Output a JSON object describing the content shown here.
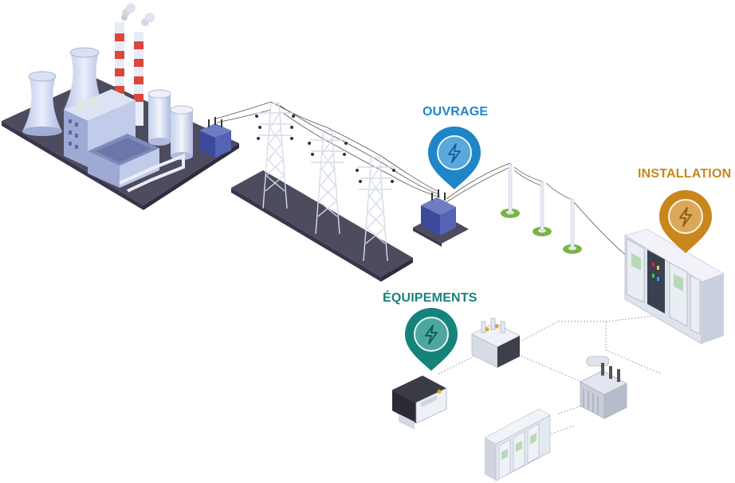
{
  "labels": {
    "ouvrage": "OUVRAGE",
    "installation": "INSTALLATION",
    "equipements": "ÉQUIPEMENTS"
  },
  "colors": {
    "ouvrage": "#1e86c6",
    "installation": "#c8861c",
    "equipements": "#16837a",
    "ground": "#4d4b5e",
    "building": "#c9d2ec",
    "stripe": "#d9473c",
    "field": "#7cb342"
  },
  "icons": {
    "pin": "map-pin-icon",
    "bolt": "lightning-bolt-icon"
  }
}
